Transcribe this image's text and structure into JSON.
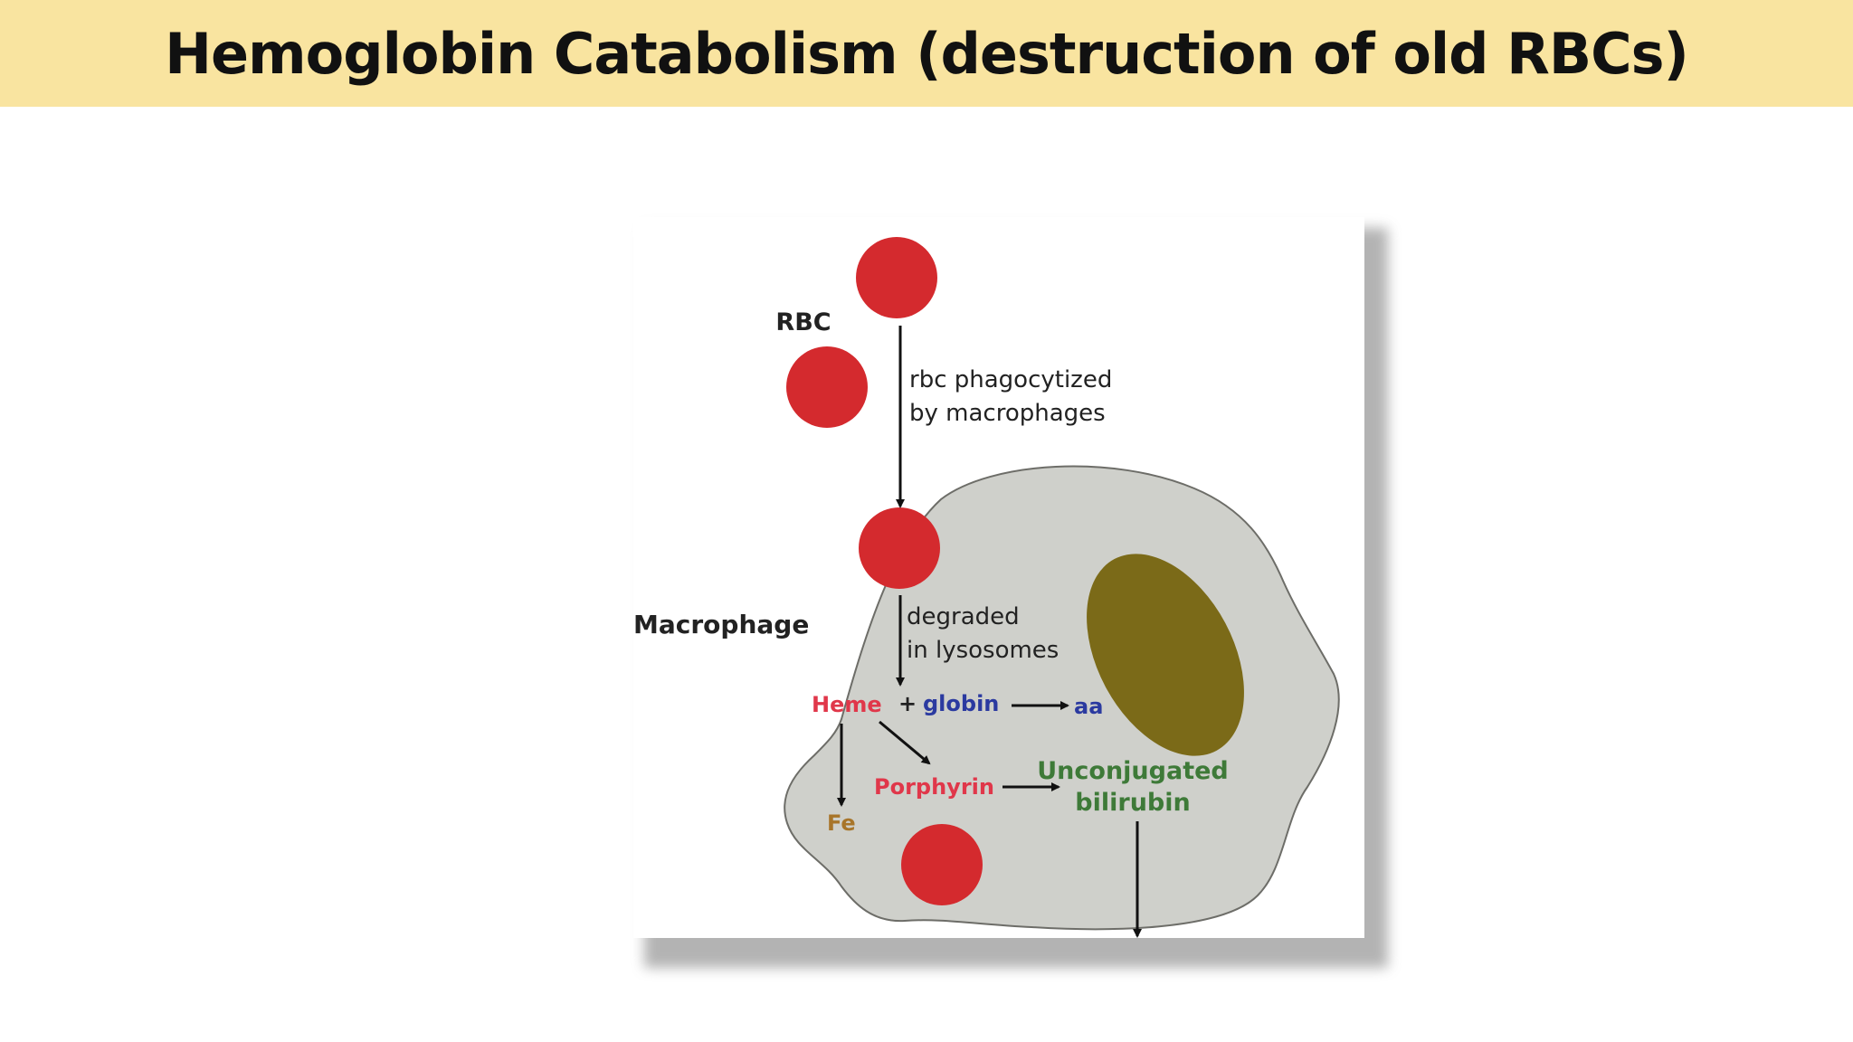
{
  "title": "Hemoglobin Catabolism (destruction of old RBCs)",
  "diagram": {
    "rbc_label": "RBC",
    "step1_line1": "rbc phagocytized",
    "step1_line2": "by macrophages",
    "macrophage_label": "Macrophage",
    "step2_line1": "degraded",
    "step2_line2": "in lysosomes",
    "heme": "Heme",
    "plus": "+",
    "globin": "globin",
    "aa": "aa",
    "porphyrin": "Porphyrin",
    "fe": "Fe",
    "bilirubin_line1": "Unconjugated",
    "bilirubin_line2": "bilirubin"
  },
  "colors": {
    "title_bg": "#f9e4a0",
    "rbc": "#d42a2e",
    "cell": "#cfd0cb",
    "nucleus": "#7b6a18",
    "heme": "#e0374a",
    "globin": "#2b3aa0",
    "bilirubin": "#3e7a38",
    "fe": "#a8752a"
  }
}
